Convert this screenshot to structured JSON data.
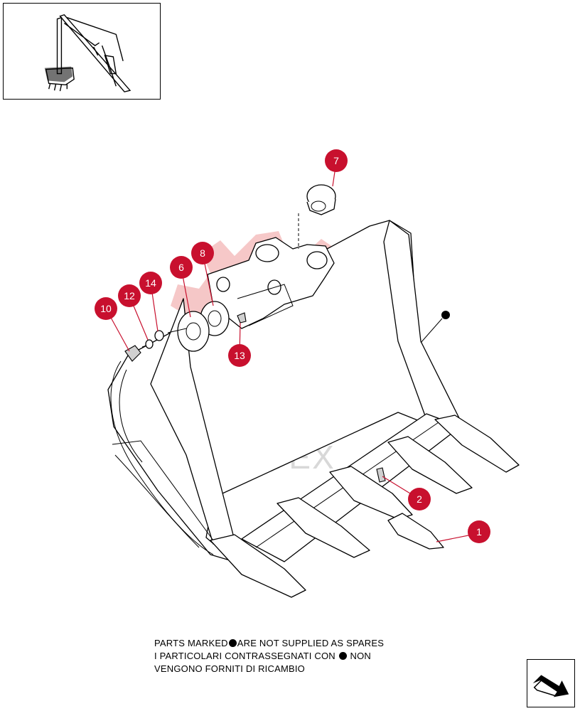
{
  "callouts": [
    {
      "id": "c7",
      "label": "7"
    },
    {
      "id": "c8",
      "label": "8"
    },
    {
      "id": "c6",
      "label": "6"
    },
    {
      "id": "c14",
      "label": "14"
    },
    {
      "id": "c12",
      "label": "12"
    },
    {
      "id": "c10",
      "label": "10"
    },
    {
      "id": "c13",
      "label": "13"
    },
    {
      "id": "c2",
      "label": "2"
    },
    {
      "id": "c1",
      "label": "1"
    }
  ],
  "watermark": "ИНТЕХ",
  "notes": {
    "line1_before": "PARTS MARKED",
    "line1_after": "ARE NOT SUPPLIED AS SPARES",
    "line2_before": "I PARTICOLARI CONTRASSEGNATI CON",
    "line2_after": "NON",
    "line3": "VENGONO FORNITI DI RICAMBIO"
  },
  "colors": {
    "callout": "#c8102e",
    "watermark": "#f2b8b8"
  },
  "icons": {
    "nav": "next-page-arrow-icon",
    "marker": "filled-dot-icon"
  }
}
